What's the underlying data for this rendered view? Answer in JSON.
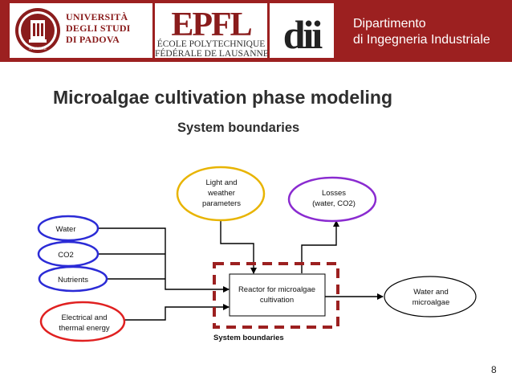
{
  "header": {
    "unipd_logo": {
      "lines": [
        "UNIVERSITÀ",
        "DEGLI STUDI",
        "DI PADOVA"
      ],
      "seal_text": "MCCXXII"
    },
    "epfl_logo": {
      "mark": "EPFL",
      "lines": [
        "ÉCOLE POLYTECHNIQUE",
        "FÉDÉRALE DE LAUSANNE"
      ]
    },
    "dii_logo": {
      "mark": "dii"
    },
    "department": {
      "line1": "Dipartimento",
      "line2": "di Ingegneria Industriale"
    },
    "colors": {
      "banner": "#9c2020",
      "banner_text": "#ffffff"
    }
  },
  "slide": {
    "title": "Microalgae cultivation phase modeling",
    "subtitle": "System boundaries",
    "page_number": "8"
  },
  "diagram": {
    "nodes": {
      "water": "Water",
      "co2": "CO2",
      "nutrients": "Nutrients",
      "energy": {
        "line1": "Electrical and",
        "line2": "thermal energy"
      },
      "light": {
        "line1": "Light and",
        "line2": "weather",
        "line3": "parameters"
      },
      "losses": {
        "line1": "Losses",
        "line2": "(water, CO2)"
      },
      "reactor": {
        "line1": "Reactor for microalgae",
        "line2": "cultivation"
      },
      "output": {
        "line1": "Water and",
        "line2": "microalgae"
      }
    },
    "boundary_label": "System boundaries",
    "colors": {
      "inputs_blue": "#2b2bd6",
      "energy_red": "#e02020",
      "light_orange": "#e8b400",
      "losses_purple": "#8a2bd0",
      "boundary_dashes": "#9c2020",
      "arrows": "#000000"
    }
  }
}
